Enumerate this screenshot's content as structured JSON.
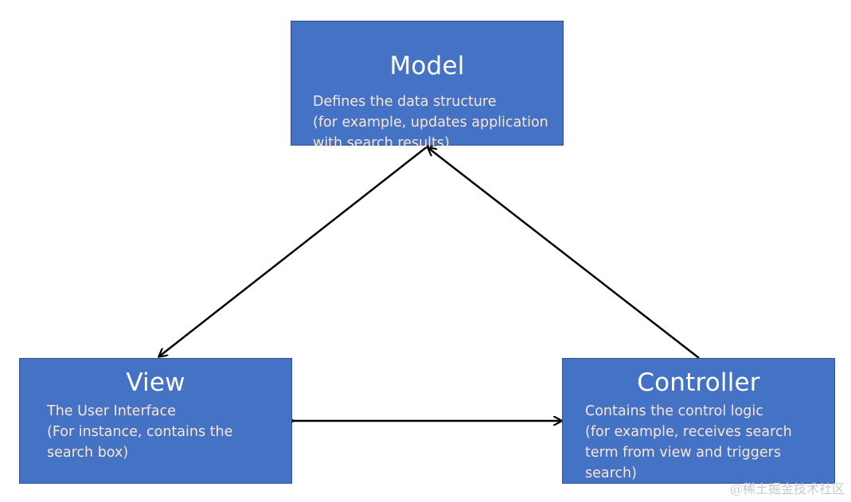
{
  "model": {
    "title": "Model",
    "lines": [
      "Defines the data structure",
      "(for example, updates application",
      "with search results)"
    ]
  },
  "view": {
    "title": "View",
    "lines": [
      "The User Interface",
      "(For instance, contains the",
      "search box)"
    ]
  },
  "controller": {
    "title": "Controller",
    "lines": [
      "Contains the control logic",
      "(for example, receives search",
      "term from view and triggers",
      "search)"
    ]
  },
  "watermark": "@稀土掘金技术社区",
  "colors": {
    "box_fill": "#4472C4",
    "box_border": "#2F528F",
    "title_text": "#FFFFFF",
    "desc_text": "#FBE6D6",
    "arrow": "#000000"
  }
}
